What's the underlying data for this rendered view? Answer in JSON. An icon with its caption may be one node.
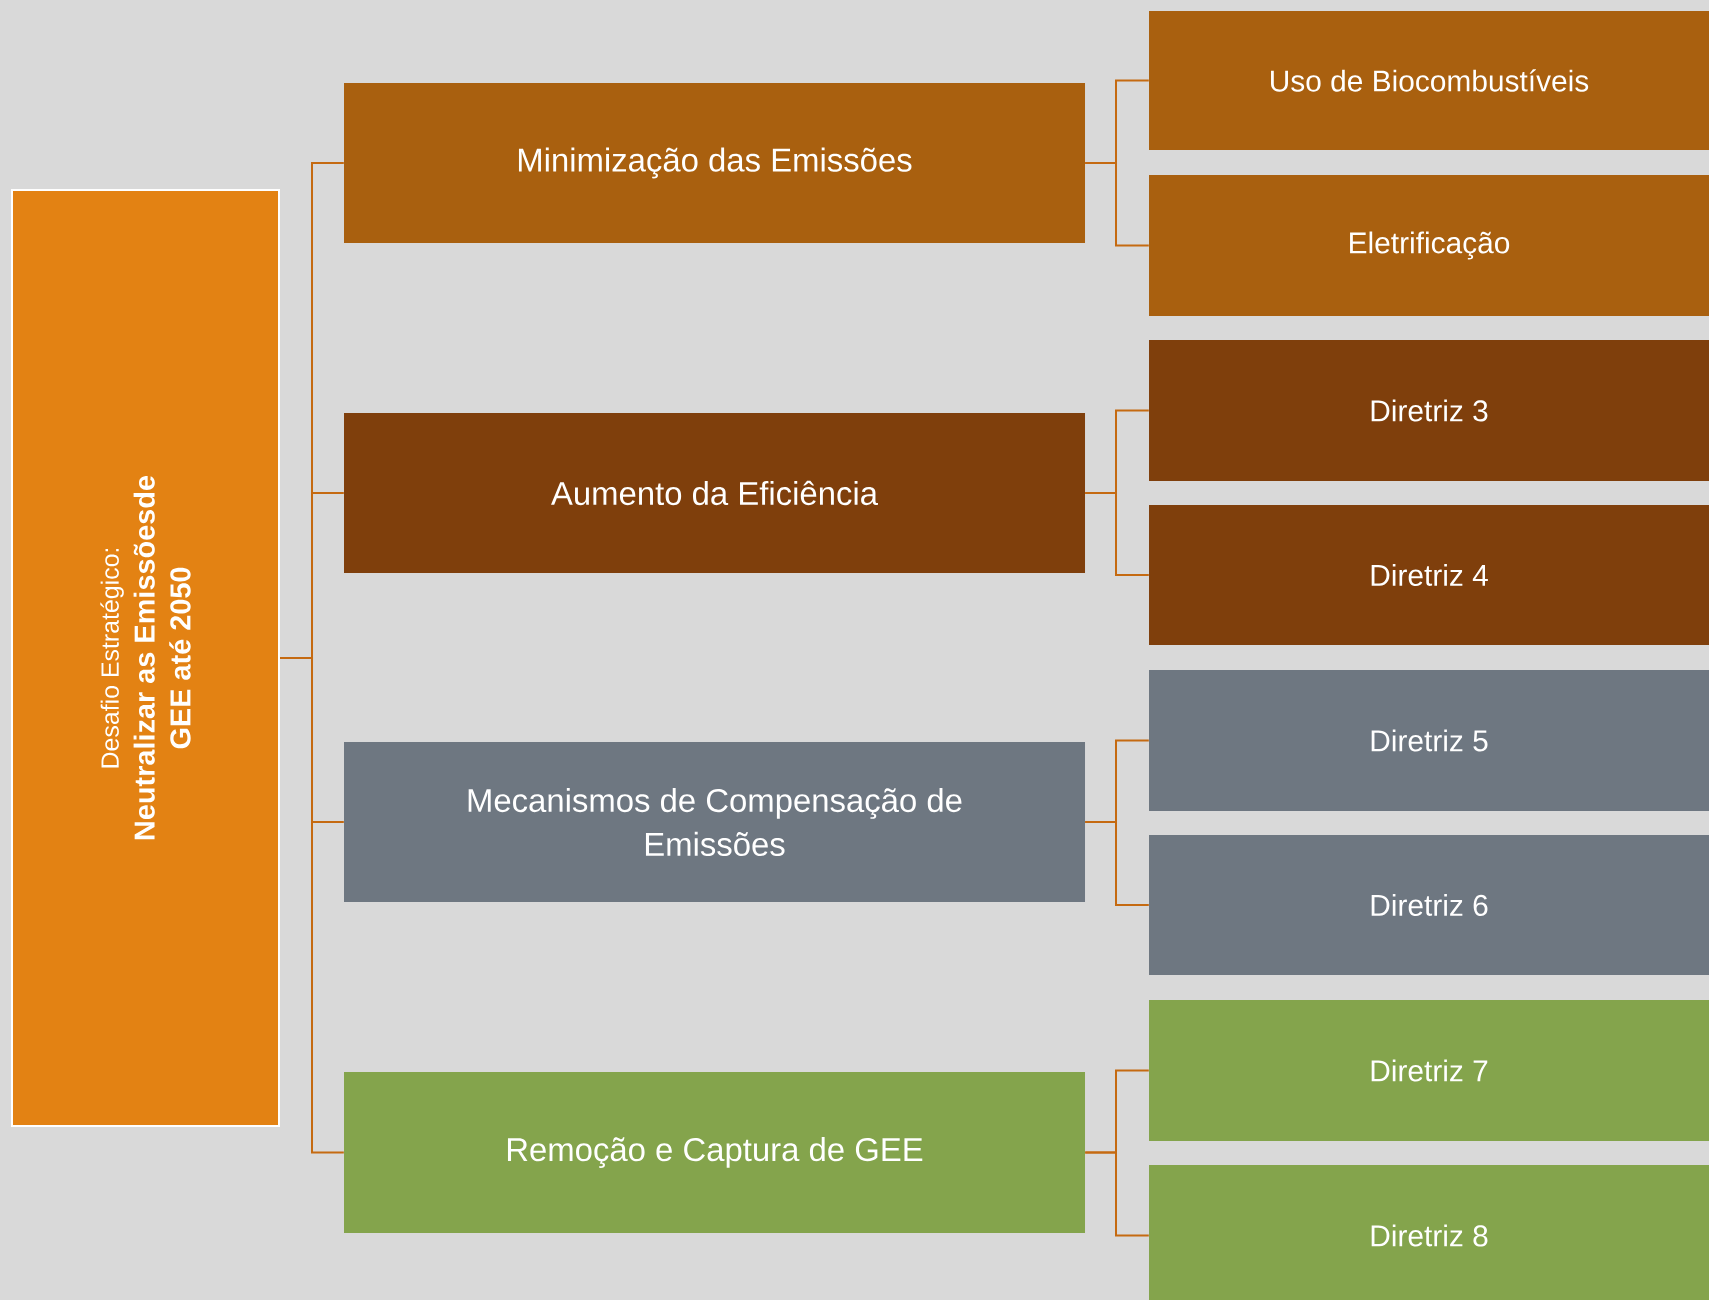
{
  "diagram": {
    "nodes": [
      {
        "text": [
          "Desafio Estratégico:",
          "Neutralizar as Emissõesde GEE até 2050"
        ]
      },
      {
        "text": [
          "Minimização das Emissões"
        ]
      },
      {
        "text": [
          "Uso de Biocombustíveis"
        ]
      },
      {
        "text": [
          "Eletrificação"
        ]
      },
      {
        "text": [
          "Aumento da Eficiência"
        ]
      },
      {
        "text": [
          "Diretriz 3"
        ]
      },
      {
        "text": [
          "Diretriz 4"
        ]
      },
      {
        "text": [
          "Mecanismos de Compensação de Emissões"
        ]
      },
      {
        "text": [
          "Diretriz 5"
        ]
      },
      {
        "text": [
          "Diretriz 6"
        ]
      },
      {
        "text": [
          "Remoção e Captura de GEE"
        ]
      },
      {
        "text": [
          "Diretriz 7"
        ]
      },
      {
        "text": [
          "Diretriz 8"
        ]
      }
    ],
    "edges": [
      {
        "from": 0,
        "to": 1,
        "arrow": "none"
      },
      {
        "from": 0,
        "to": 4,
        "arrow": "none"
      },
      {
        "from": 0,
        "to": 7,
        "arrow": "none"
      },
      {
        "from": 0,
        "to": 10,
        "arrow": "none"
      },
      {
        "from": 1,
        "to": 2,
        "arrow": "none"
      },
      {
        "from": 1,
        "to": 3,
        "arrow": "none"
      },
      {
        "from": 4,
        "to": 5,
        "arrow": "none"
      },
      {
        "from": 4,
        "to": 6,
        "arrow": "none"
      },
      {
        "from": 7,
        "to": 8,
        "arrow": "none"
      },
      {
        "from": 7,
        "to": 9,
        "arrow": "none"
      },
      {
        "from": 10,
        "to": 11,
        "arrow": "none"
      },
      {
        "from": 10,
        "to": 12,
        "arrow": "none"
      }
    ]
  }
}
